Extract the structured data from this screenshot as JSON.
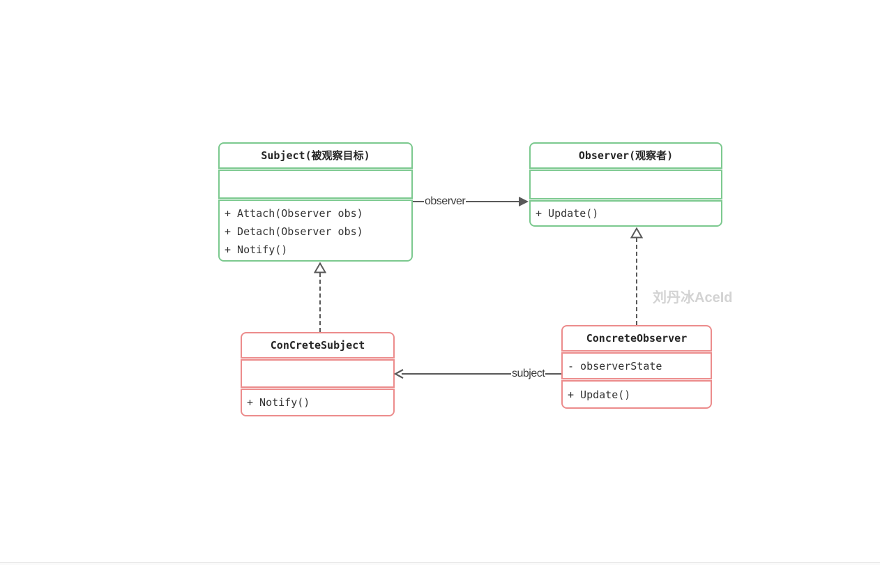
{
  "diagram": {
    "type": "uml-class-diagram",
    "pattern": "Observer",
    "classes": {
      "subject": {
        "title": "Subject(被观察目标)",
        "attributes": [],
        "methods": [
          "+ Attach(Observer obs)",
          "+ Detach(Observer obs)",
          "+ Notify()"
        ],
        "border_color": "#7cc98f"
      },
      "observer": {
        "title": "Observer(观察者)",
        "attributes": [],
        "methods": [
          "+ Update()"
        ],
        "border_color": "#7cc98f"
      },
      "concrete_subject": {
        "title": "ConCreteSubject",
        "attributes": [],
        "methods": [
          "+ Notify()"
        ],
        "border_color": "#ec8c8c"
      },
      "concrete_observer": {
        "title": "ConcreteObserver",
        "attributes": [
          "- observerState"
        ],
        "methods": [
          "+ Update()"
        ],
        "border_color": "#ec8c8c"
      }
    },
    "edges": {
      "observer_association": {
        "label": "observer",
        "from": "Subject",
        "to": "Observer",
        "style": "solid, filled arrowhead pointing right"
      },
      "subject_association": {
        "label": "subject",
        "from": "ConcreteObserver",
        "to": "ConCreteSubject",
        "style": "solid, open arrowhead pointing left"
      },
      "realization_left": {
        "from": "ConCreteSubject",
        "to": "Subject",
        "style": "dashed, hollow triangle pointing up"
      },
      "realization_right": {
        "from": "ConcreteObserver",
        "to": "Observer",
        "style": "dashed, hollow triangle pointing up"
      }
    },
    "watermark": {
      "text": "刘丹冰AceId"
    },
    "colors": {
      "interface_border": "#7cc98f",
      "concrete_border": "#ec8c8c",
      "edge_line": "#595959",
      "text": "#333333",
      "watermark": "#d3d3d3"
    }
  }
}
